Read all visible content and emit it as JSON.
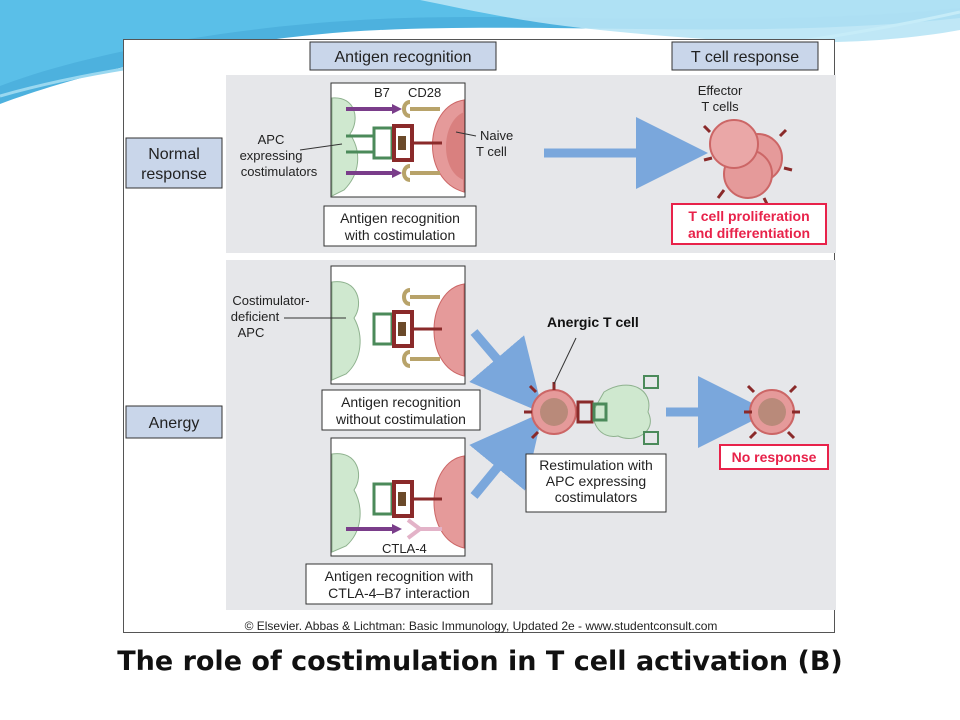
{
  "header": {
    "antigen_recognition": "Antigen recognition",
    "t_cell_response": "T cell response"
  },
  "rows": {
    "normal_response": [
      "Normal",
      "response"
    ],
    "anergy": "Anergy"
  },
  "normal_panel": {
    "b7": "B7",
    "cd28": "CD28",
    "apc_label": [
      "APC",
      "expressing",
      "costimulators"
    ],
    "naive_label": [
      "Naive",
      "T cell"
    ],
    "caption": [
      "Antigen recognition",
      "with costimulation"
    ],
    "effector_label": [
      "Effector",
      "T cells"
    ],
    "proliferation": [
      "T cell proliferation",
      "and differentiation"
    ]
  },
  "anergy_panel": {
    "costim_deficient": [
      "Costimulator-",
      "deficient",
      "APC"
    ],
    "caption_without": [
      "Antigen recognition",
      "without costimulation"
    ],
    "ctla4": "CTLA-4",
    "caption_ctla4": [
      "Antigen recognition with",
      "CTLA-4–B7 interaction"
    ],
    "anergic_label": "Anergic T cell",
    "restim": [
      "Restimulation with",
      "APC expressing",
      "costimulators"
    ],
    "no_response": "No response"
  },
  "copyright": "© Elsevier. Abbas & Lichtman: Basic Immunology, Updated 2e - www.studentconsult.com",
  "slide_title": "The role of costimulation in T cell activation (B)",
  "colors": {
    "panel_gray": "#e6e7ea",
    "label_box": "#c9d6ea",
    "apc_green": "#cfe8cf",
    "tcell_pink": "#e59a9a",
    "arrow_blue": "#7aa7dc",
    "response_red": "#e8224a",
    "b7_purple": "#7a3d8a",
    "receptor_tan": "#b8a36a"
  },
  "icons": [
    "apc-cell-icon",
    "naive-t-cell-icon",
    "effector-t-cell-icon",
    "anergic-t-cell-icon",
    "arrow-icon"
  ]
}
